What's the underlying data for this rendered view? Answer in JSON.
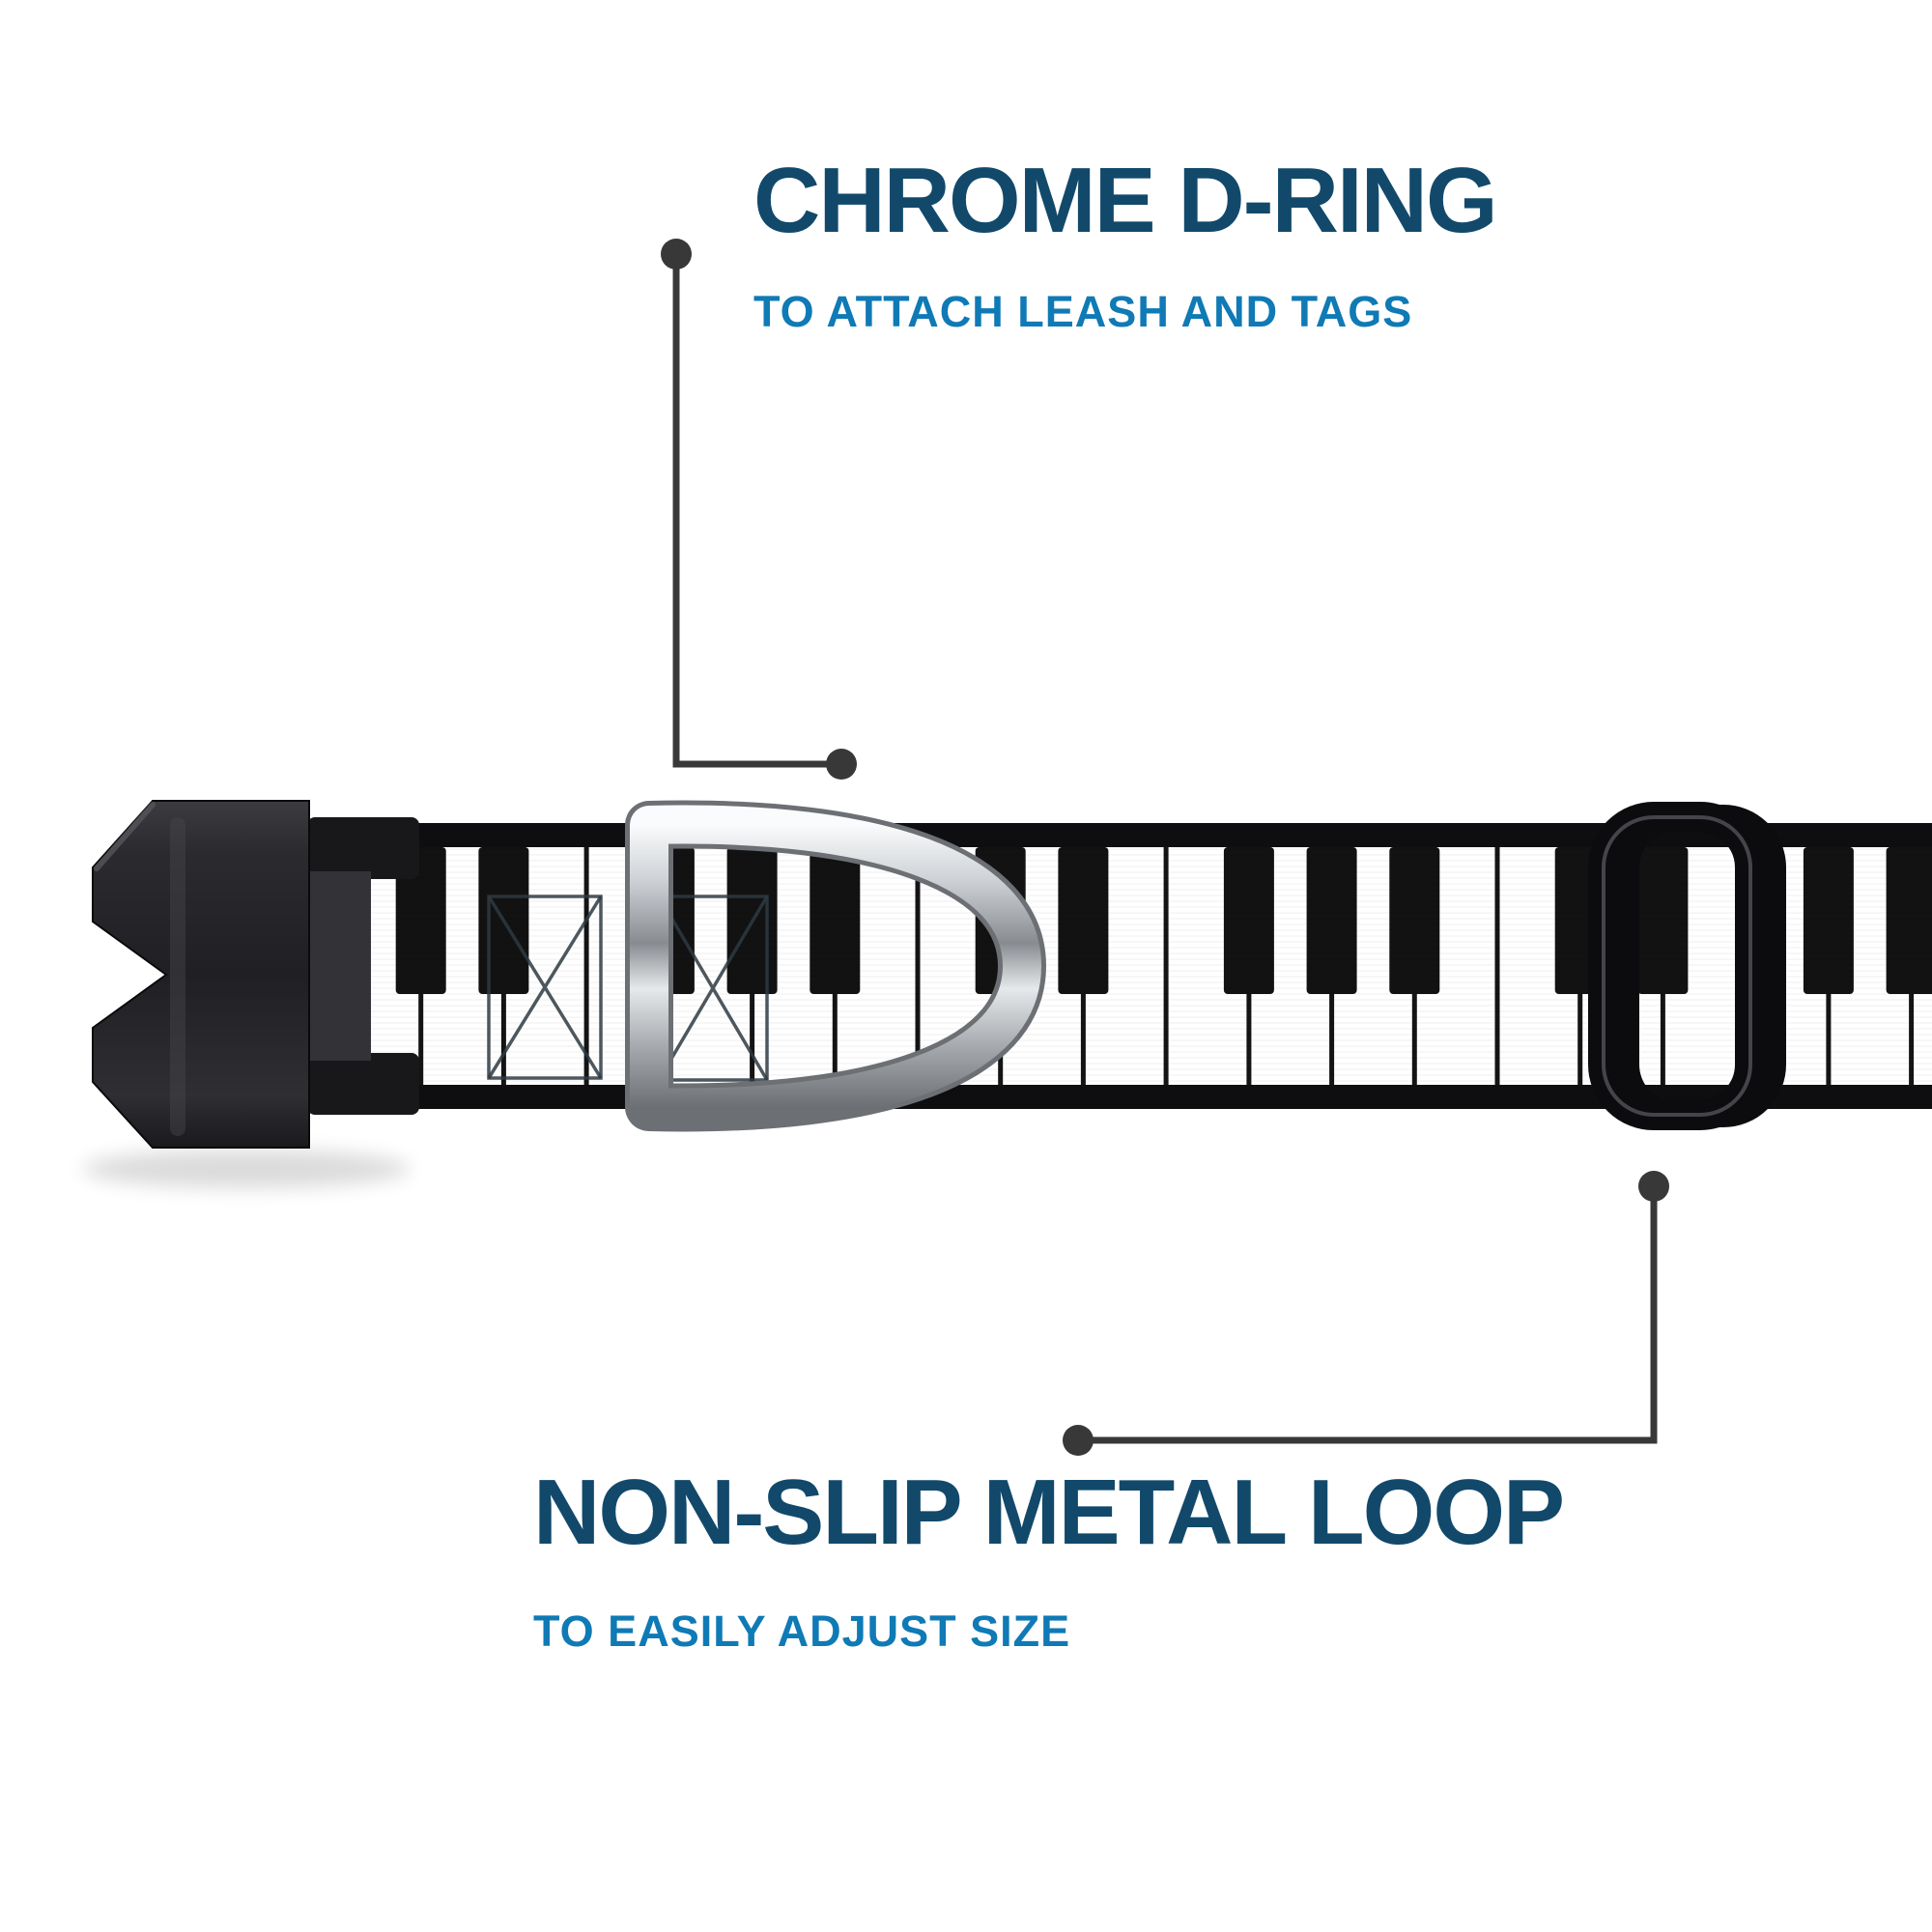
{
  "page": {
    "background": "#ffffff"
  },
  "callouts": {
    "dring": {
      "title": "CHROME D-RING",
      "subtitle": "TO ATTACH LEASH AND TAGS"
    },
    "loop": {
      "title": "NON-SLIP METAL LOOP",
      "subtitle": "TO EASILY ADJUST SIZE"
    }
  },
  "product": {
    "name": "dog-collar-piano-keys-pattern",
    "hardware": [
      "plastic-side-release-buckle",
      "chrome-d-ring",
      "metal-adjuster-loop"
    ]
  },
  "colors": {
    "title": "#12496b",
    "subtitle": "#0f7ab5",
    "callout-line": "#383838",
    "key-white": "#ffffff",
    "key-black": "#121212",
    "strap-edge": "#0e0e10",
    "buckle": "#232327",
    "metal-loop": "#0c0c0e",
    "chrome-light": "#fafbfc",
    "chrome-dark": "#6c6f73"
  }
}
